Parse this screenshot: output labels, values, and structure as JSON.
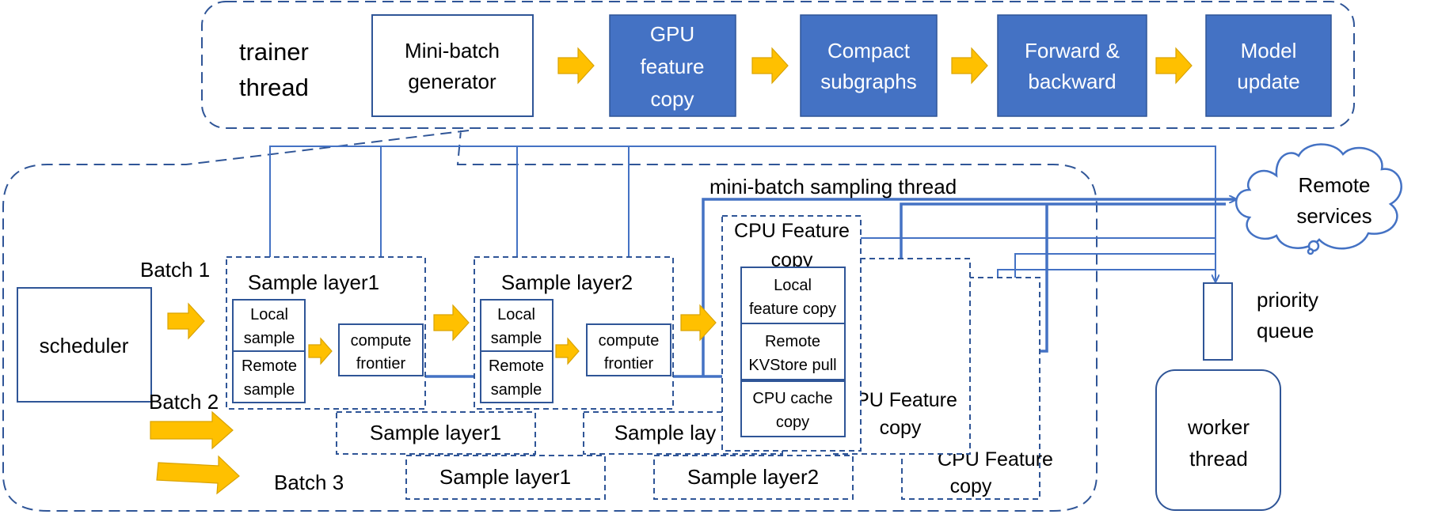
{
  "trainer": {
    "label_line1": "trainer",
    "label_line2": "thread",
    "steps": [
      {
        "line1": "Mini-batch",
        "line2": "generator",
        "line3": ""
      },
      {
        "line1": "GPU",
        "line2": "feature",
        "line3": "copy"
      },
      {
        "line1": "Compact",
        "line2": "subgraphs",
        "line3": ""
      },
      {
        "line1": "Forward &",
        "line2": "backward",
        "line3": ""
      },
      {
        "line1": "Model",
        "line2": "update",
        "line3": ""
      }
    ]
  },
  "sampling": {
    "title": "mini-batch sampling thread",
    "scheduler": "scheduler",
    "batch1": "Batch 1",
    "batch2": "Batch 2",
    "batch3": "Batch 3",
    "layer1_title": "Sample layer1",
    "layer2_title": "Sample layer2",
    "local_sample_1": "Local",
    "local_sample_2": "sample",
    "remote_sample_1": "Remote",
    "remote_sample_2": "sample",
    "compute_frontier_1": "compute",
    "compute_frontier_2": "frontier",
    "cpu_feature_1": "CPU Feature",
    "cpu_feature_2": "copy",
    "local_feature_1": "Local",
    "local_feature_2": "feature copy",
    "remote_kv_1": "Remote",
    "remote_kv_2": "KVStore pull",
    "cpu_cache_1": "CPU cache",
    "cpu_cache_2": "copy",
    "batch2_layer1": "Sample layer1",
    "batch2_layer2": "Sample lay",
    "batch2_cpu_1": "PU Feature",
    "batch2_cpu_2": "copy",
    "batch3_layer1": "Sample layer1",
    "batch3_layer2": "Sample layer2",
    "batch3_cpu_1": "CPU Feature",
    "batch3_cpu_2": "copy"
  },
  "remote": {
    "line1": "Remote",
    "line2": "services"
  },
  "priority_queue": {
    "line1": "priority",
    "line2": "queue"
  },
  "worker": {
    "line1": "worker",
    "line2": "thread"
  },
  "colors": {
    "accent_blue": "#4472c4",
    "border_blue": "#2f5597",
    "arrow_yellow": "#ffc000"
  }
}
